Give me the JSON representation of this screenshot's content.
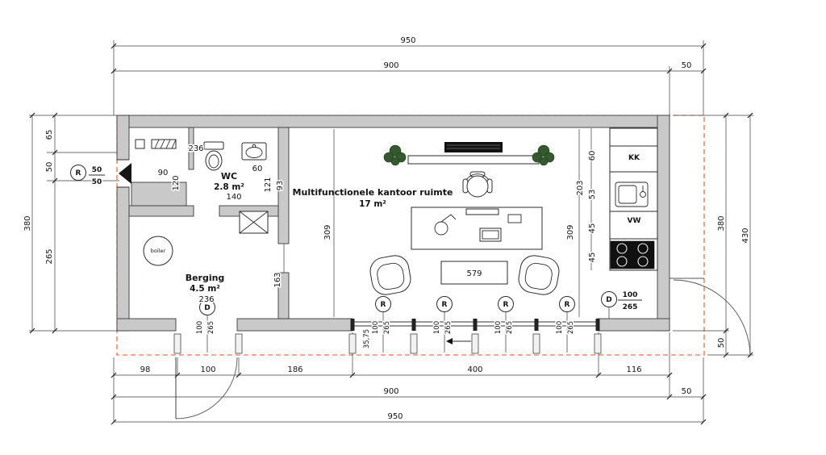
{
  "drawing": {
    "rooms": {
      "wc": {
        "name": "WC",
        "area": "2.8 m²"
      },
      "berging": {
        "name": "Berging",
        "area": "4.5 m²"
      },
      "office": {
        "name": "Multifunctionele kantoor ruimte",
        "area": "17 m²"
      }
    },
    "appliances": {
      "boiler": "boiler",
      "fridge": "KK",
      "dishwasher": "VW"
    },
    "markers": {
      "letter_r": "R",
      "letter_d": "D",
      "r_left_top": "50",
      "r_left_bottom": "50",
      "d_right_top": "100",
      "d_right_bottom": "265",
      "vent_width": "100",
      "vent_depth": "265"
    },
    "dims": {
      "top": {
        "overall": "950",
        "main": "900",
        "overhang": "50"
      },
      "left": {
        "seg1": "65",
        "seg2": "50",
        "seg3": "265",
        "total": "380"
      },
      "right": {
        "inner": "380",
        "overhang": "50",
        "total": "430"
      },
      "bottom": {
        "segments": [
          "98",
          "100",
          "186",
          "400",
          "116"
        ],
        "main": "900",
        "overhang": "50",
        "overall": "950"
      },
      "interior": {
        "wc_width": "236",
        "hall_width": "90",
        "hall_depth": "120",
        "basin_width": "60",
        "wc_inner": "140",
        "wc_depth_a": "121",
        "wc_depth_b": "93",
        "room_depth_left": "309",
        "room_depth_right": "309",
        "berging_wall": "163",
        "berging_width": "236",
        "table_span": "579",
        "glass_offset": "35,75",
        "kitchen_seg1": "60",
        "kitchen_run": "203",
        "kitchen_seg2": "53",
        "kitchen_seg3": "45",
        "kitchen_seg4": "45"
      }
    }
  }
}
